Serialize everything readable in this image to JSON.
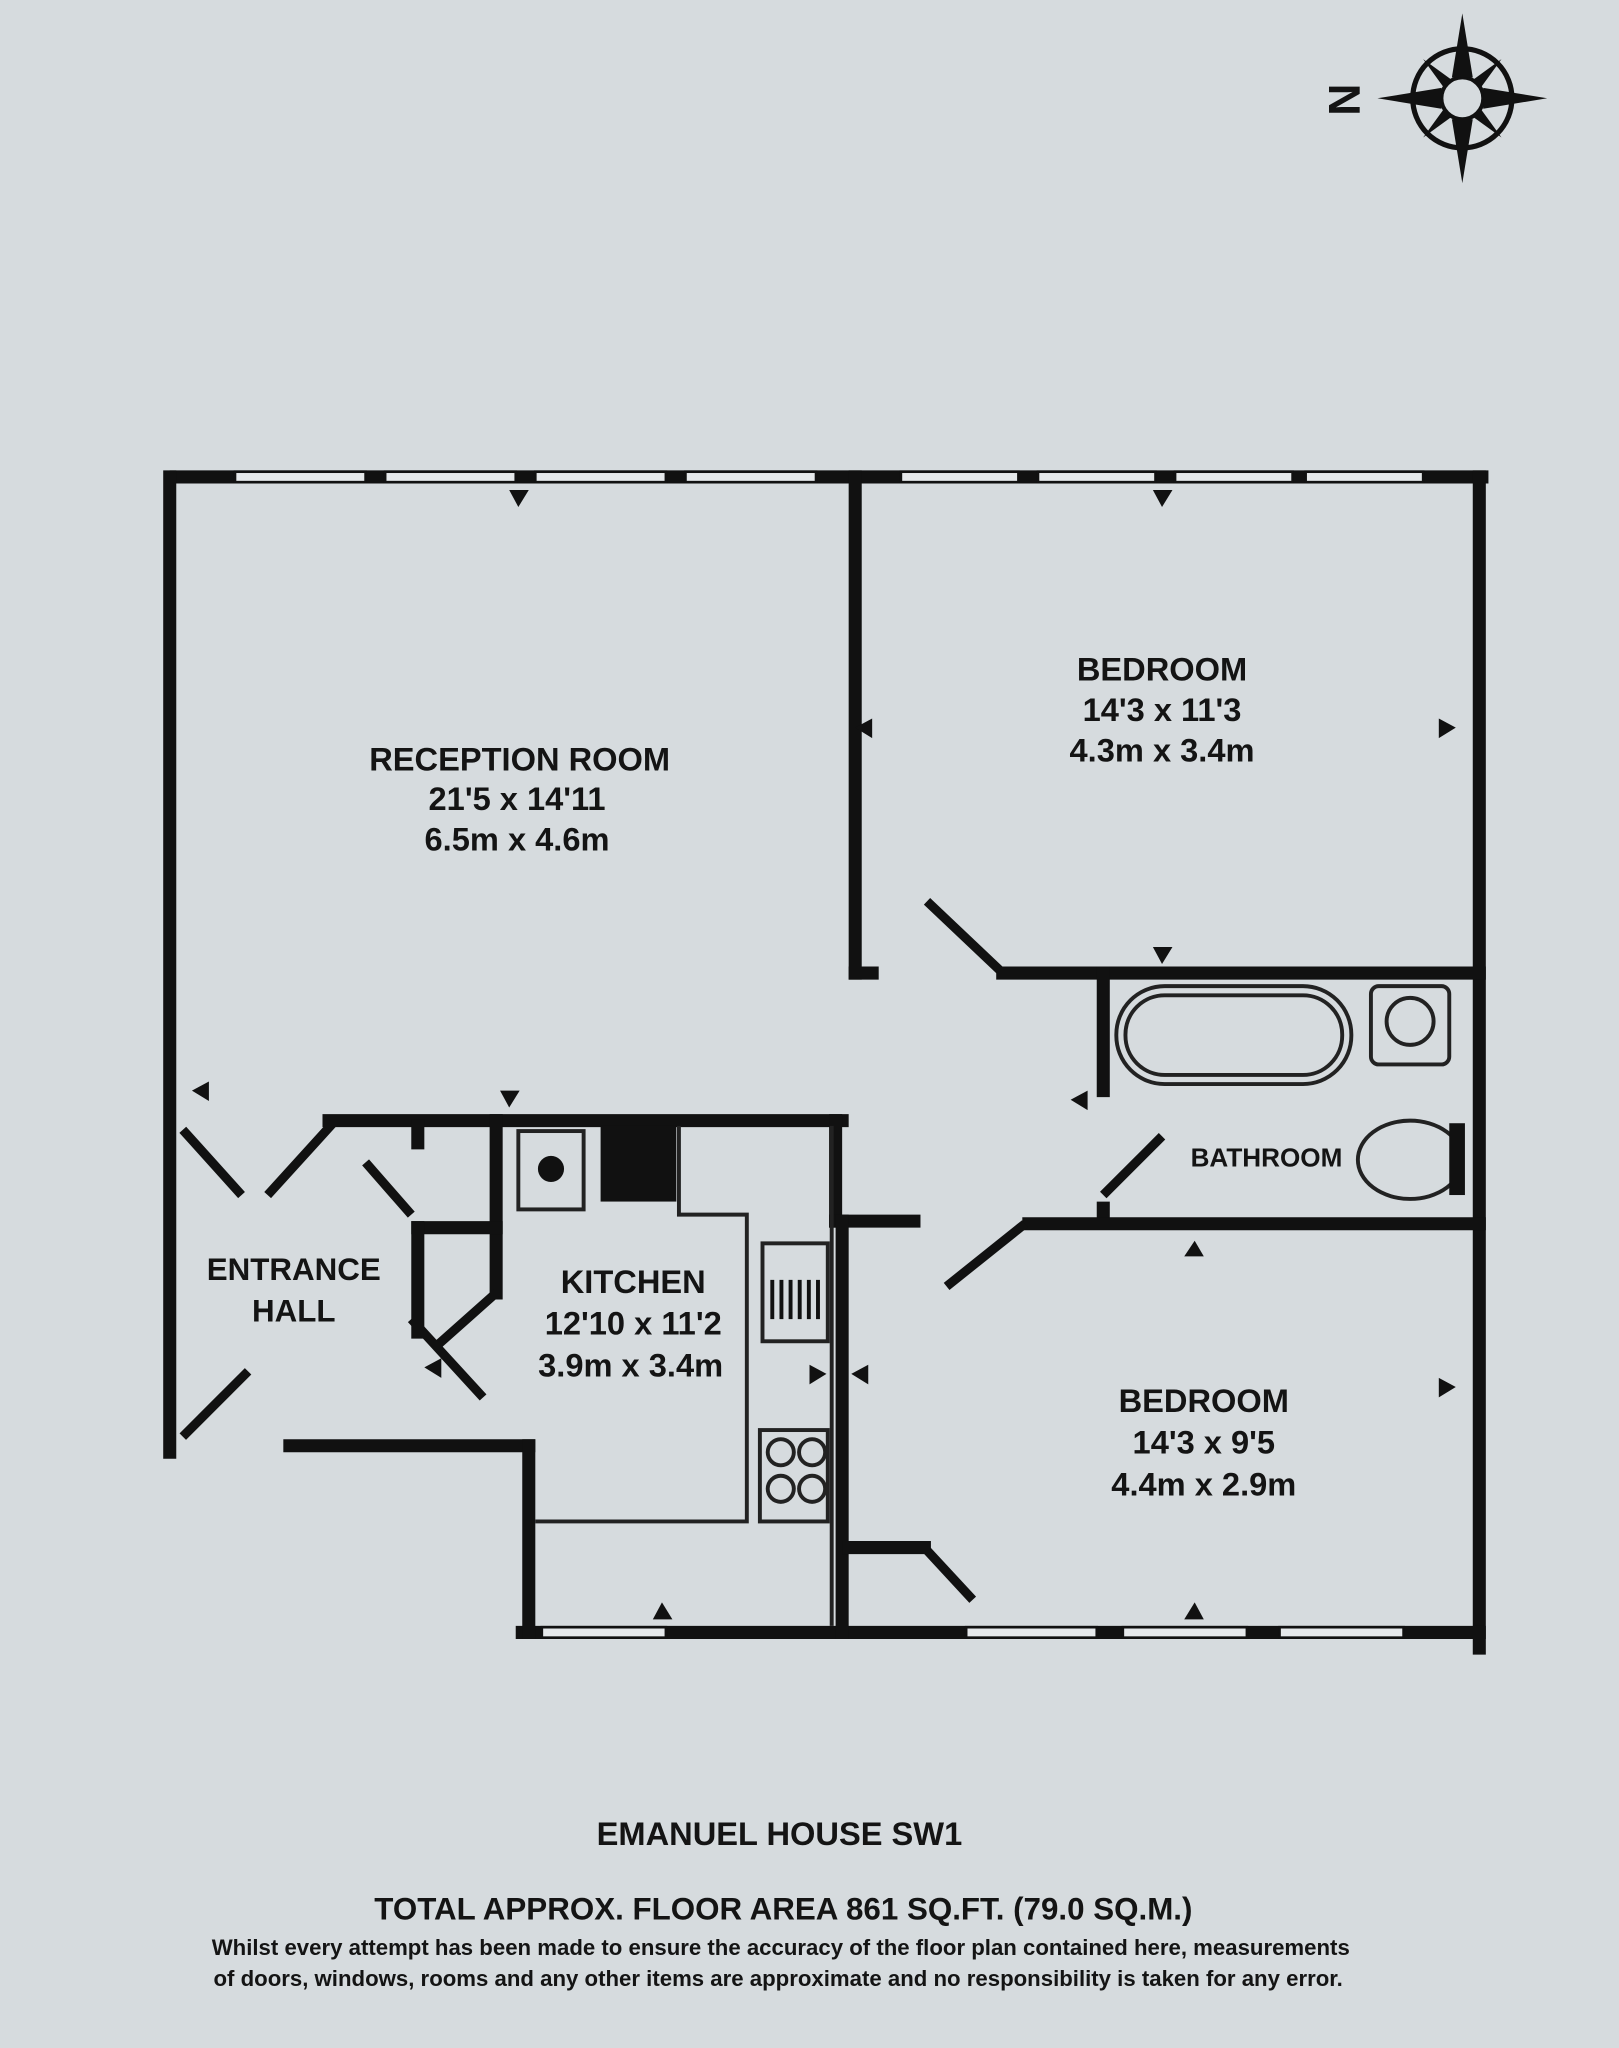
{
  "compass": {
    "label": "N",
    "icon": "compass-rose-icon"
  },
  "rooms": [
    {
      "name": "RECEPTION ROOM",
      "imperial": "21'5 x 14'11",
      "metric": "6.5m x 4.6m"
    },
    {
      "name": "BEDROOM",
      "imperial": "14'3 x 11'3",
      "metric": "4.3m x 3.4m"
    },
    {
      "name": "BATHROOM"
    },
    {
      "name": "ENTRANCE",
      "name2": "HALL"
    },
    {
      "name": "KITCHEN",
      "imperial": "12'10 x 11'2",
      "metric": "3.9m x 3.4m"
    },
    {
      "name": "BEDROOM",
      "imperial": "14'3 x 9'5",
      "metric": "4.4m x 2.9m"
    }
  ],
  "footer": {
    "title": "EMANUEL HOUSE SW1",
    "area": "TOTAL APPROX. FLOOR AREA 861 SQ.FT. (79.0 SQ.M.)",
    "disclaimer1": "Whilst every attempt has been made to ensure the accuracy of the floor plan contained here, measurements",
    "disclaimer2": "of doors, windows, rooms and any other items are approximate and no responsibility is taken for any error."
  }
}
